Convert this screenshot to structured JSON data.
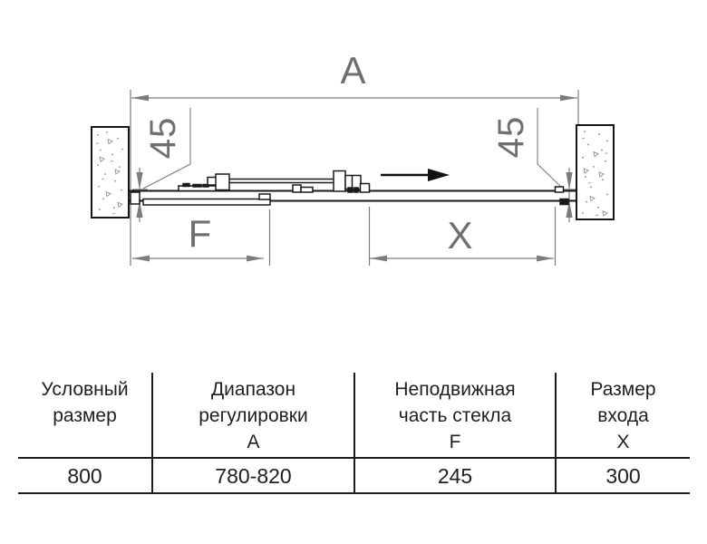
{
  "diagram": {
    "labels": {
      "total_width": "A",
      "fixed_glass": "F",
      "entry": "X",
      "profile_left": "45",
      "profile_right": "45"
    },
    "colors": {
      "dimension_gray": "#7c7c7c",
      "drawing_black": "#1a1a1a"
    }
  },
  "table": {
    "columns": [
      {
        "header_lines": [
          "Условный",
          "размер"
        ],
        "value": "800"
      },
      {
        "header_lines": [
          "Диапазон",
          "регулировки",
          "А"
        ],
        "value": "780-820"
      },
      {
        "header_lines": [
          "Неподвижная",
          "часть стекла",
          "F"
        ],
        "value": "245"
      },
      {
        "header_lines": [
          "Размер",
          "входа",
          "Х"
        ],
        "value": "300"
      }
    ]
  }
}
